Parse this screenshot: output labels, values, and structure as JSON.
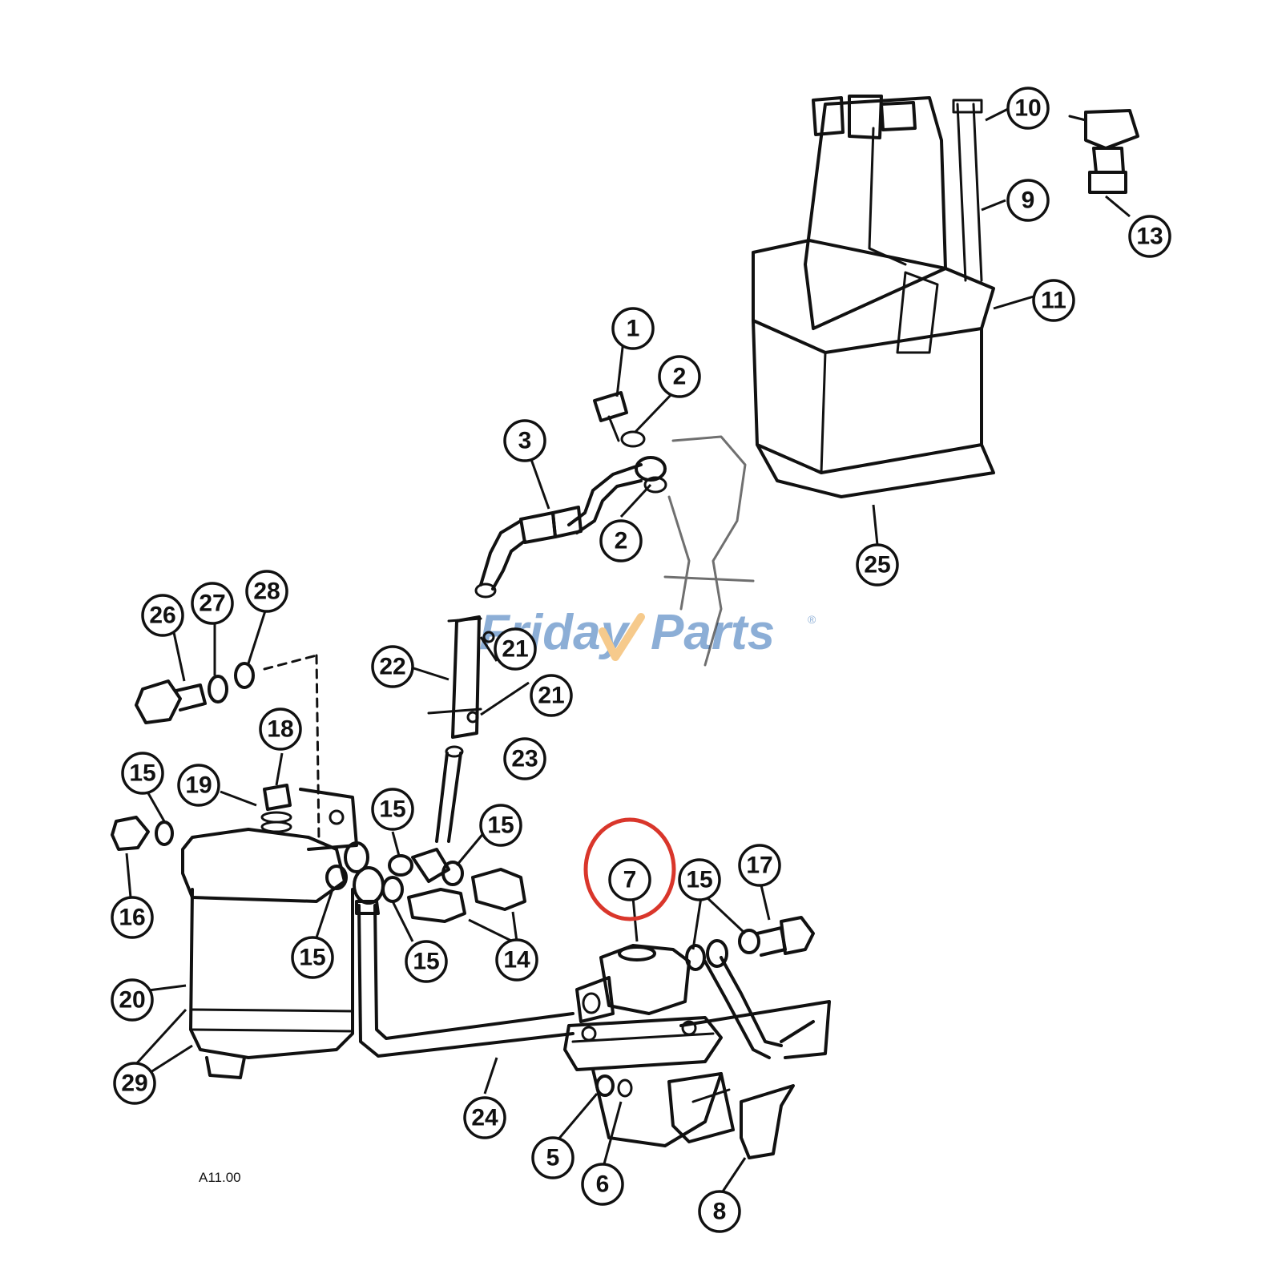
{
  "diagram": {
    "figure_code": "A11.00",
    "highlight_color": "#d9362b",
    "highlighted_callout": "7",
    "callouts": [
      "1",
      "2",
      "2",
      "3",
      "5",
      "6",
      "7",
      "8",
      "9",
      "10",
      "11",
      "13",
      "14",
      "15",
      "15",
      "15",
      "15",
      "15",
      "15",
      "16",
      "17",
      "18",
      "19",
      "20",
      "21",
      "21",
      "22",
      "23",
      "24",
      "25",
      "26",
      "27",
      "28",
      "29"
    ]
  },
  "watermark": {
    "text_part1": "Friday",
    "text_part2": "Parts",
    "color": "#2f6db5",
    "accent_color": "#f0a030"
  }
}
